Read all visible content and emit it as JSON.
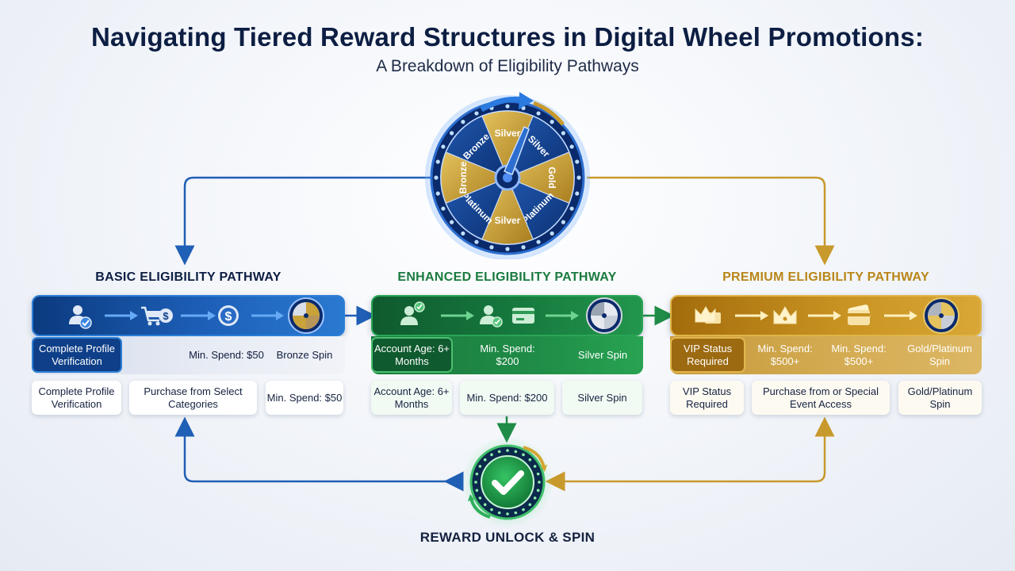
{
  "title": "Navigating Tiered Reward Structures in Digital Wheel Promotions:",
  "subtitle": "A Breakdown of Eligibility Pathways",
  "wheel": {
    "segments": [
      "Silver",
      "Silver",
      "Gold",
      "Platinum",
      "Silver",
      "Platinum",
      "Bronze",
      "Bronze"
    ],
    "colors": {
      "gold": "#c9a23a",
      "navy": "#13408a",
      "rim": "#0b2a6b"
    }
  },
  "pathways": {
    "basic": {
      "heading": "BASIC ELIGIBILITY PATHWAY",
      "strip": {
        "chip": "Complete Profile Verification",
        "spend": "Min. Spend: $50",
        "spin": "Bronze Spin"
      },
      "cards": [
        "Complete Profile Verification",
        "Purchase from Select Categories",
        "Min. Spend: $50"
      ]
    },
    "enhanced": {
      "heading": "ENHANCED ELIGIBILITY PATHWAY",
      "strip": {
        "chip": "Account Age: 6+ Months",
        "spend": "Min. Spend: $200",
        "spin": "Silver Spin"
      },
      "cards": [
        "Account Age: 6+ Months",
        "Min. Spend: $200",
        "Silver Spin"
      ]
    },
    "premium": {
      "heading": "PREMIUM ELIGIBILITY PATHWAY",
      "strip": {
        "chip": "VIP Status Required",
        "spend1": "Min. Spend: $500+",
        "spend2": "Min. Spend: $500+",
        "spin": "Gold/Platinum Spin"
      },
      "cards": [
        "VIP Status Required",
        "Purchase from or Special Event Access",
        "Gold/Platinum Spin"
      ]
    }
  },
  "reward": {
    "label": "REWARD UNLOCK & SPIN"
  },
  "colors": {
    "blue": "#1f5fb5",
    "green": "#1f8c47",
    "gold": "#c8992c",
    "navy_text": "#0d1e43"
  }
}
